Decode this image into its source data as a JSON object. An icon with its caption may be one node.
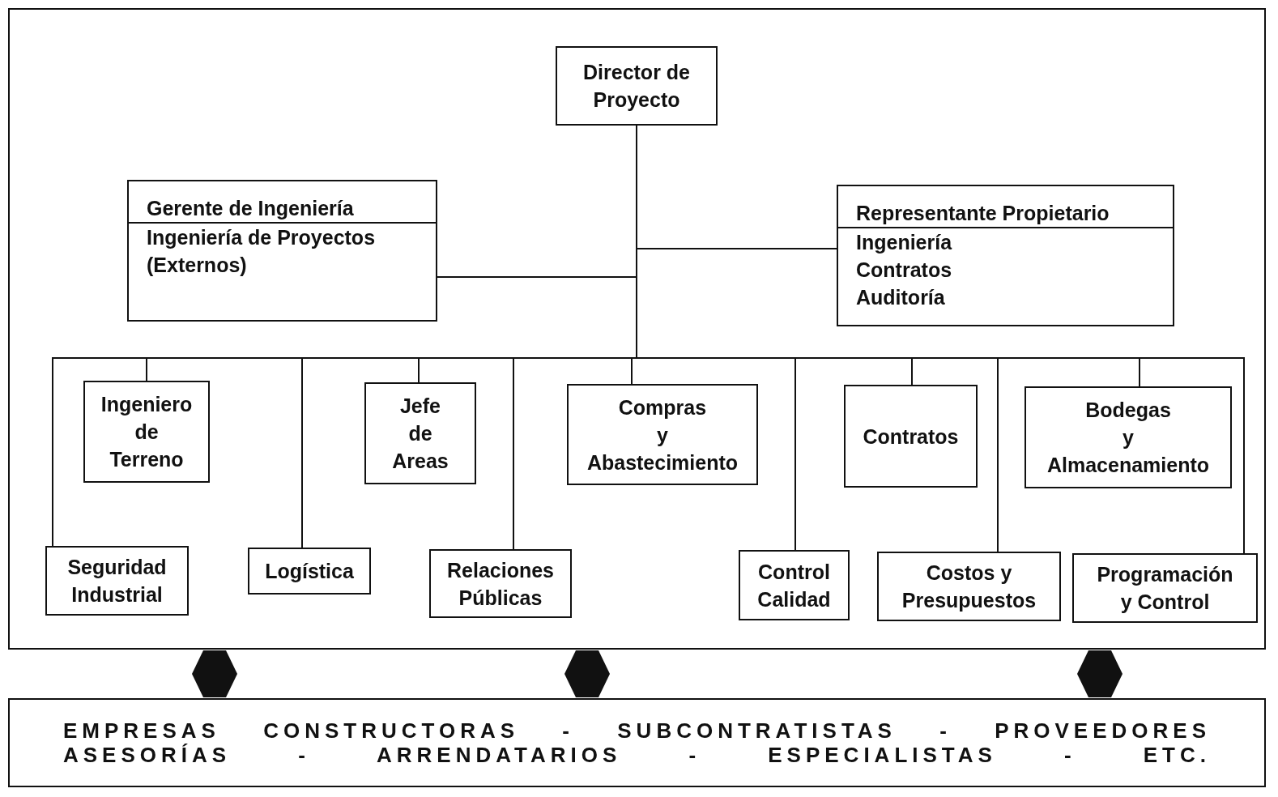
{
  "diagram": {
    "nodes": [
      {
        "text": [],
        "shape": "box"
      },
      {
        "text": [
          "Director de Proyecto"
        ],
        "in": 0
      },
      {
        "text": [
          "Gerente de Ingeniería",
          "Ingeniería de Proyectos (Externos)"
        ],
        "in": 0
      },
      {
        "text": [
          "Representante Propietario",
          "Ingeniería Contratos Auditoría"
        ],
        "in": 0
      },
      {
        "text": [
          "Ingeniero de Terreno"
        ],
        "in": 0
      },
      {
        "text": [
          "Jefe de Areas"
        ],
        "in": 0
      },
      {
        "text": [
          "Compras y Abastecimiento"
        ],
        "in": 0
      },
      {
        "text": [
          "Contratos"
        ],
        "in": 0
      },
      {
        "text": [
          "Bodegas y Almacenamiento"
        ],
        "in": 0
      },
      {
        "text": [
          "Seguridad Industrial"
        ],
        "in": 0
      },
      {
        "text": [
          "Logística"
        ],
        "in": 0
      },
      {
        "text": [
          "Relaciones Públicas"
        ],
        "in": 0
      },
      {
        "text": [
          "Control Calidad"
        ],
        "in": 0
      },
      {
        "text": [
          "Costos y Presupuestos"
        ],
        "in": 0
      },
      {
        "text": [
          "Programación y Control"
        ],
        "in": 0
      },
      {
        "text": [],
        "shape": "hexagon"
      },
      {
        "text": [],
        "shape": "hexagon"
      },
      {
        "text": [],
        "shape": "hexagon"
      },
      {
        "text": [
          "EMPRESAS CONSTRUCTORAS - SUBCONTRATISTAS - PROVEEDORES ASESORÍAS - ARRENDATARIOS - ESPECIALISTAS - ETC."
        ]
      }
    ],
    "edges": [
      {
        "from": 1,
        "to": 2,
        "arrow": "none"
      },
      {
        "from": 1,
        "to": 3,
        "arrow": "none"
      },
      {
        "from": 1,
        "to": 4,
        "arrow": "none"
      },
      {
        "from": 1,
        "to": 5,
        "arrow": "none"
      },
      {
        "from": 1,
        "to": 6,
        "arrow": "none"
      },
      {
        "from": 1,
        "to": 7,
        "arrow": "none"
      },
      {
        "from": 1,
        "to": 8,
        "arrow": "none"
      },
      {
        "from": 1,
        "to": 9,
        "arrow": "none"
      },
      {
        "from": 1,
        "to": 10,
        "arrow": "none"
      },
      {
        "from": 1,
        "to": 11,
        "arrow": "none"
      },
      {
        "from": 1,
        "to": 12,
        "arrow": "none"
      },
      {
        "from": 1,
        "to": 13,
        "arrow": "none"
      },
      {
        "from": 1,
        "to": 14,
        "arrow": "none"
      }
    ]
  }
}
